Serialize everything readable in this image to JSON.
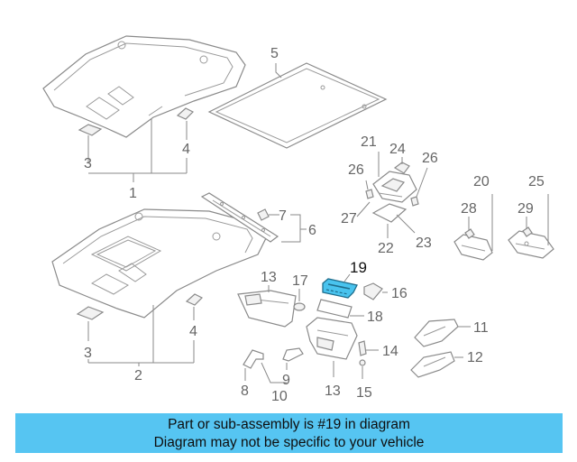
{
  "callouts": {
    "c1": "1",
    "c2": "2",
    "c3a": "3",
    "c3b": "3",
    "c4a": "4",
    "c4b": "4",
    "c5": "5",
    "c6": "6",
    "c7": "7",
    "c8": "8",
    "c9": "9",
    "c10": "10",
    "c11": "11",
    "c12": "12",
    "c13a": "13",
    "c13b": "13",
    "c14": "14",
    "c15": "15",
    "c16": "16",
    "c17": "17",
    "c18": "18",
    "c19": "19",
    "c20": "20",
    "c21": "21",
    "c22": "22",
    "c23": "23",
    "c24": "24",
    "c25": "25",
    "c26a": "26",
    "c26b": "26",
    "c27": "27",
    "c28": "28",
    "c29": "29"
  },
  "highlight": {
    "part_number": "19",
    "color": "#49c3ee"
  },
  "banner": {
    "line1": "Part or sub-assembly is #19 in diagram",
    "line2": "Diagram may not be specific to your vehicle",
    "background": "#56c5f2"
  }
}
